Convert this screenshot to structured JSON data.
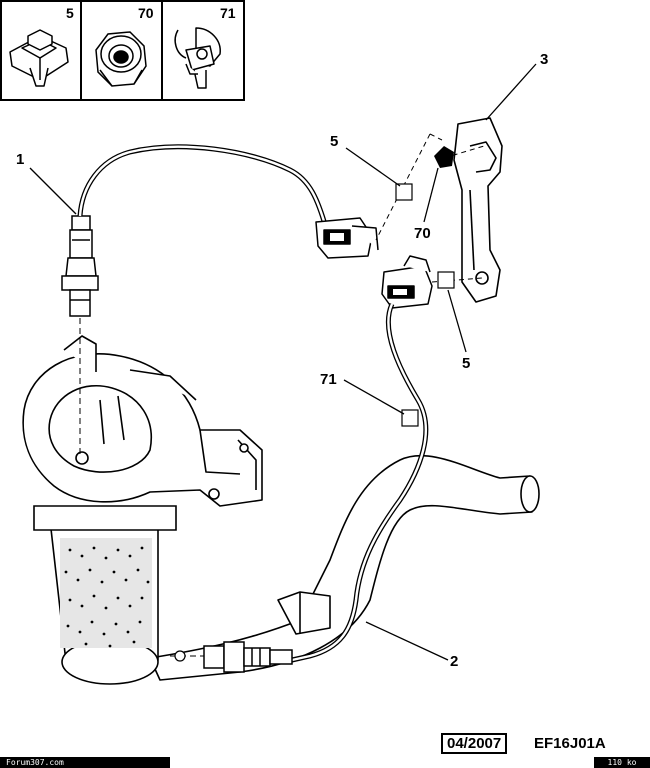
{
  "thumbnails": [
    {
      "number": "5",
      "part": "clip"
    },
    {
      "number": "70",
      "part": "nut"
    },
    {
      "number": "71",
      "part": "harness-clip"
    }
  ],
  "callouts": {
    "c1": "1",
    "c2": "2",
    "c3": "3",
    "c5a": "5",
    "c5b": "5",
    "c70": "70",
    "c71": "71"
  },
  "footer": {
    "date": "04/2007",
    "drawing_code": "EF16J01A",
    "site": "Forum307.com",
    "size": "110 ko"
  }
}
